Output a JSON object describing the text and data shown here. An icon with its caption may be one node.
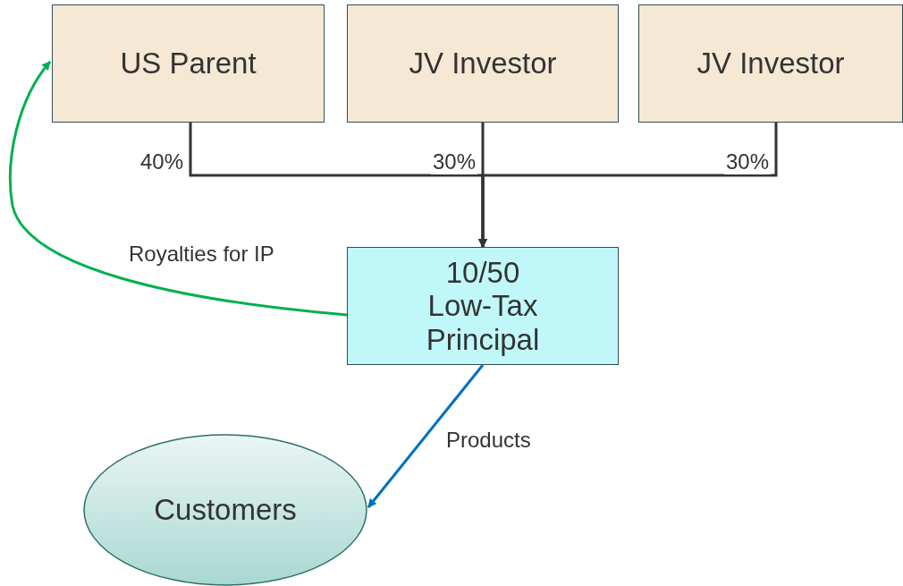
{
  "diagram": {
    "nodes": [
      {
        "text": [
          "US Parent"
        ]
      },
      {
        "text": [
          "JV Investor"
        ]
      },
      {
        "text": [
          "JV Investor"
        ]
      },
      {
        "text": [
          "10/50 Low-Tax Principal"
        ]
      },
      {
        "text": [
          "Customers"
        ]
      }
    ],
    "edges": [
      {
        "from": 0,
        "to": 3,
        "arrow": "to",
        "label": "40%"
      },
      {
        "from": 1,
        "to": 3,
        "arrow": "to",
        "label": "30%"
      },
      {
        "from": 2,
        "to": 3,
        "arrow": "to",
        "label": "30%"
      },
      {
        "from": 3,
        "to": 0,
        "arrow": "to",
        "label": "Royalties for IP",
        "color": "#00b050"
      },
      {
        "from": 3,
        "to": 4,
        "arrow": "to",
        "label": "Products",
        "color": "#0070c0"
      }
    ]
  }
}
